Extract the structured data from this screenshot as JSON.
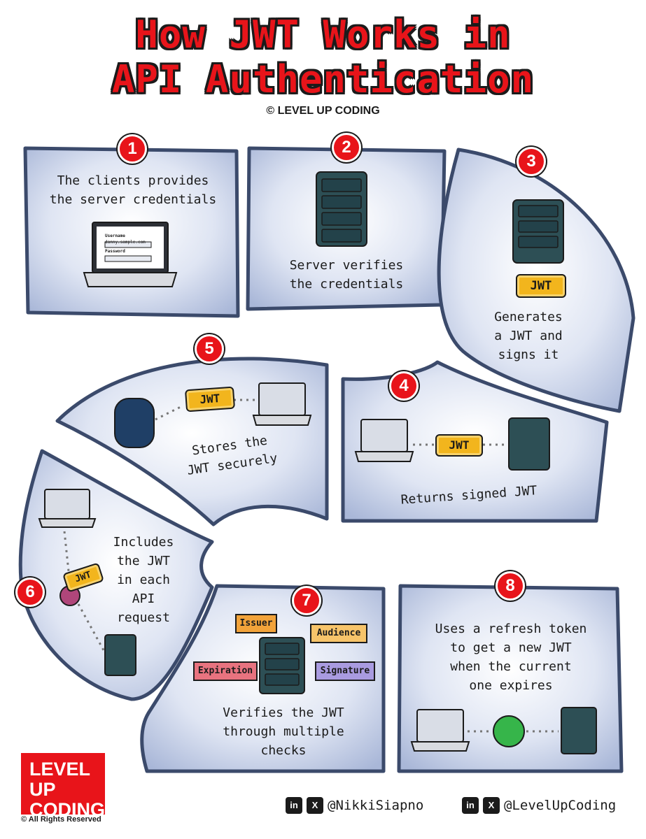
{
  "header": {
    "title_line1": "How JWT Works in",
    "title_line2": "API Authentication",
    "copyright": "© LEVEL UP CODING"
  },
  "steps": [
    {
      "number": "1",
      "text": [
        "The clients provides",
        "the server credentials"
      ],
      "login_form": {
        "username_label": "Username",
        "username_value": "danny.sample.com",
        "password_label": "Password"
      }
    },
    {
      "number": "2",
      "text": [
        "Server verifies",
        "the credentials"
      ]
    },
    {
      "number": "3",
      "text": [
        "Generates",
        "a JWT and",
        "signs it"
      ],
      "token": "JWT"
    },
    {
      "number": "4",
      "text": [
        "Returns signed JWT"
      ],
      "token": "JWT"
    },
    {
      "number": "5",
      "text": [
        "Stores the",
        "JWT securely"
      ],
      "token": "JWT"
    },
    {
      "number": "6",
      "text": [
        "Includes",
        "the JWT",
        "in each",
        "API",
        "request"
      ],
      "token": "JWT"
    },
    {
      "number": "7",
      "text": [
        "Verifies the JWT",
        "through multiple",
        "checks"
      ],
      "checks": [
        "Issuer",
        "Audience",
        "Expiration",
        "Signature"
      ]
    },
    {
      "number": "8",
      "text": [
        "Uses a refresh token",
        "to get a new JWT",
        "when the current",
        "one expires"
      ]
    }
  ],
  "footer": {
    "brand_line1": "LEVEL UP",
    "brand_line2": "CODING",
    "rights": "© All Rights Reserved",
    "handle1": "@NikkiSiapno",
    "handle2": "@LevelUpCoding",
    "linkedin_icon_text": "in",
    "x_icon_text": "X"
  },
  "colors": {
    "accent_red": "#e8141a",
    "panel_fill": "#c7d1e8",
    "panel_border": "#3b4a6b",
    "server": "#2d4f55",
    "token_gold": "#f2b51d",
    "check_issuer": "#f2a33a",
    "check_audience": "#f7c46a",
    "check_expiration": "#e8737f",
    "check_signature": "#a99be0"
  }
}
